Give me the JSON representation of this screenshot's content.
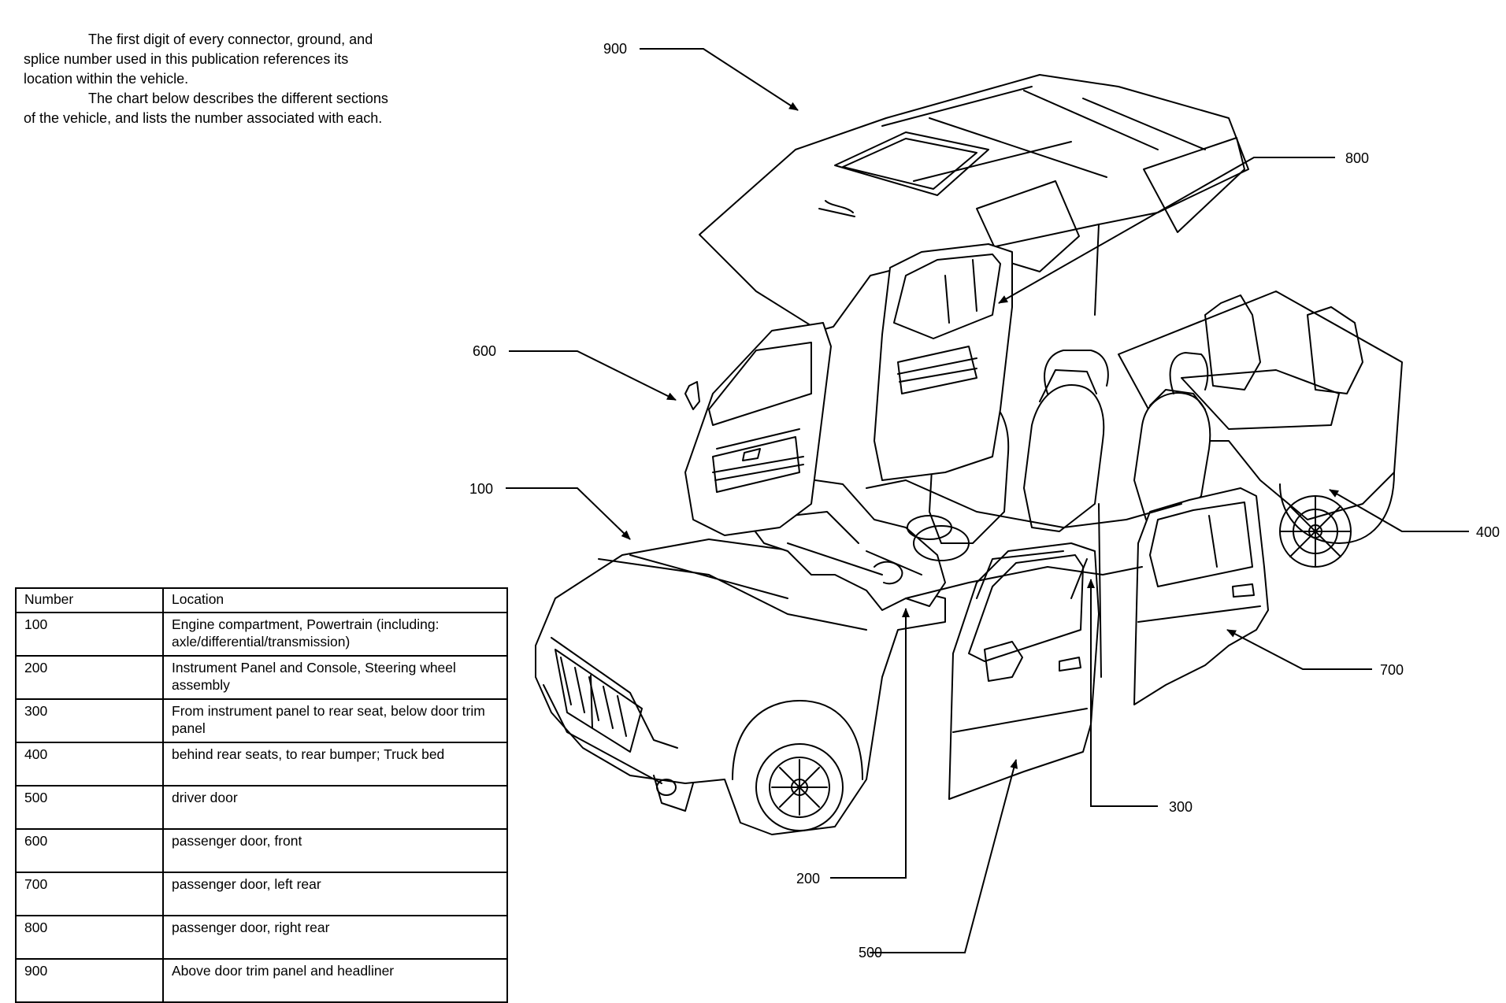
{
  "intro": {
    "paragraph_1": "The first digit of every connector, ground, and splice number used in this publication references its location within the vehicle.",
    "paragraph_2": "The chart below describes the different sections of the vehicle, and lists the number associated with each."
  },
  "table": {
    "headers": [
      "Number",
      "Location"
    ],
    "rows": [
      {
        "number": "100",
        "location": "Engine compartment, Powertrain (including: axle/differential/transmission)"
      },
      {
        "number": "200",
        "location": "Instrument Panel and Console, Steering wheel assembly"
      },
      {
        "number": "300",
        "location": "From instrument panel to rear seat, below door trim panel"
      },
      {
        "number": "400",
        "location": "behind rear seats, to rear bumper;  Truck bed"
      },
      {
        "number": "500",
        "location": "driver door"
      },
      {
        "number": "600",
        "location": "passenger door, front"
      },
      {
        "number": "700",
        "location": "passenger door, left rear"
      },
      {
        "number": "800",
        "location": "passenger door, right rear"
      },
      {
        "number": "900",
        "location": "Above door trim panel and headliner"
      }
    ]
  },
  "callouts": {
    "c100": "100",
    "c200": "200",
    "c300": "300",
    "c400": "400",
    "c500": "500",
    "c600": "600",
    "c700": "700",
    "c800": "800",
    "c900": "900"
  }
}
